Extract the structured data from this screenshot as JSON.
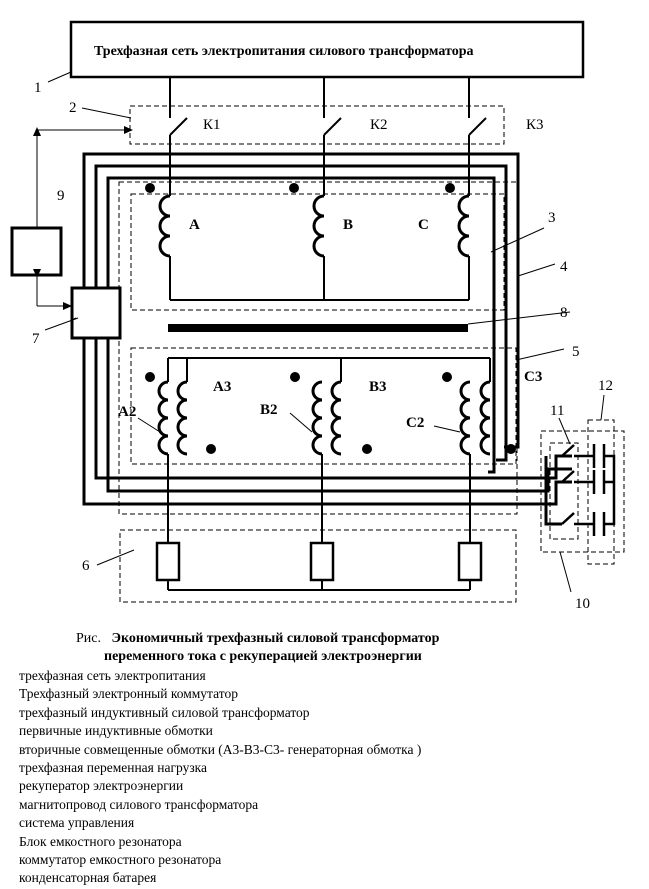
{
  "diagram": {
    "title_box": "Трехфазная сеть электропитания  силового трансформатора",
    "callouts": [
      "1",
      "2",
      "3",
      "4",
      "5",
      "6",
      "7",
      "8",
      "9",
      "10",
      "11",
      "12"
    ],
    "switch_labels": [
      "К1",
      "К2",
      "К3"
    ],
    "primary_labels": [
      "А",
      "В",
      "С"
    ],
    "secondary_labels": [
      "А2",
      "В2",
      "С2"
    ],
    "generator_labels": [
      "А3",
      "В3",
      "С3"
    ]
  },
  "caption": {
    "prefix": "Рис.",
    "line1": "Экономичный трехфазный силовой трансформатор",
    "line2": "переменного тока  с рекуперацией электроэнергии"
  },
  "legend": [
    "трехфазная сеть электропитания",
    "Трехфазный электронный коммутатор",
    "трехфазный индуктивный силовой  трансформатор",
    "первичные индуктивные обмотки",
    "вторичные совмещенные обмотки (А3-В3-С3- генераторная обмотка )",
    "трехфазная переменная нагрузка",
    "рекуператор электроэнергии",
    "магнитопровод силового трансформатора",
    "система управления",
    "Блок емкостного резонатора",
    "коммутатор емкостного резонатора",
    "конденсаторная батарея"
  ]
}
